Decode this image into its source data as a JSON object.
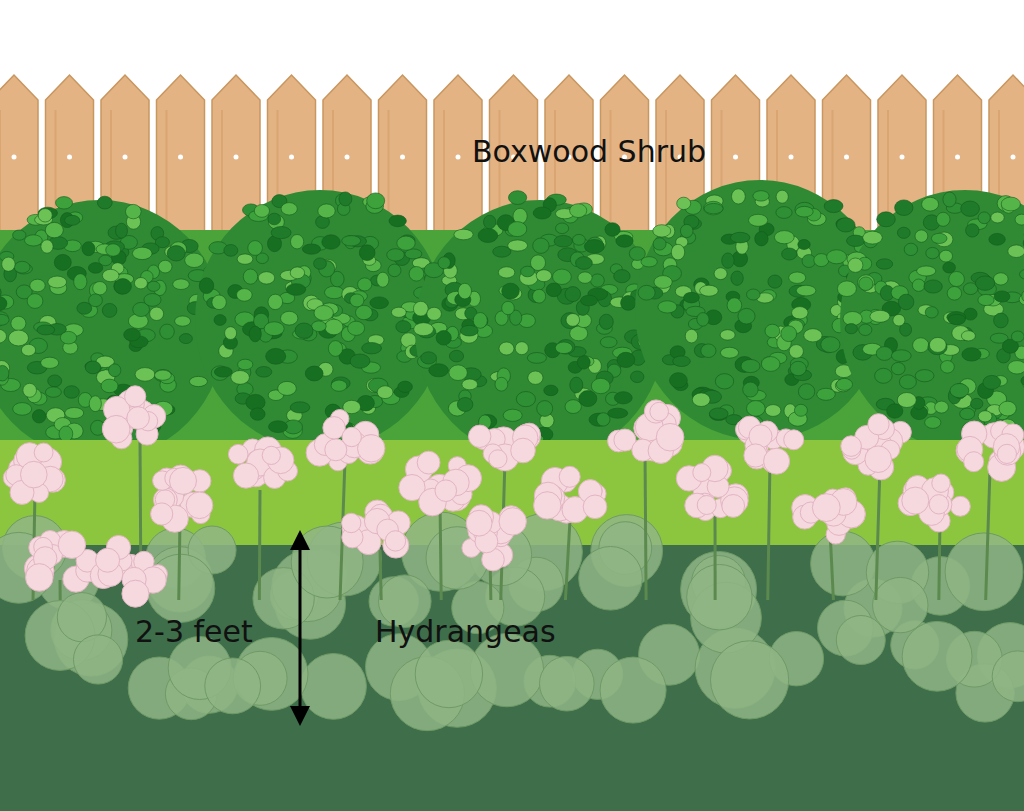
{
  "diagram": {
    "labels": [
      "Boxwood Shrub",
      "2-3 feet",
      "Hydrangeas"
    ]
  }
}
